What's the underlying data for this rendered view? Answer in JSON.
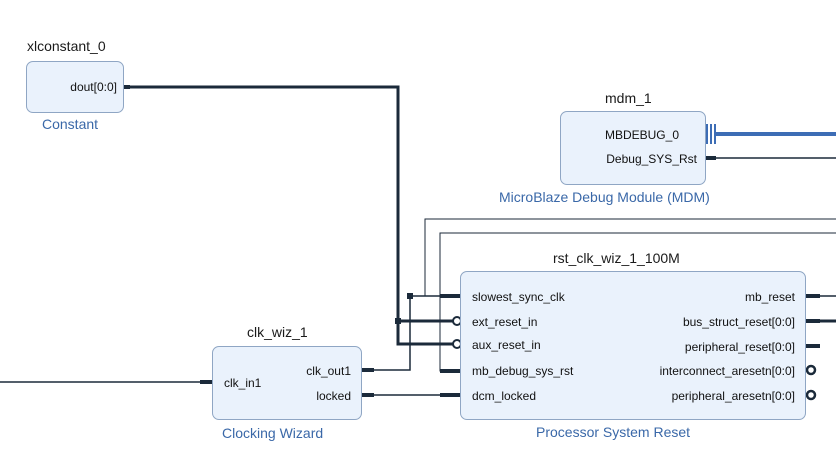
{
  "blocks": {
    "xlconstant": {
      "instance": "xlconstant_0",
      "type": "Constant",
      "pins": {
        "dout": "dout[0:0]"
      }
    },
    "mdm": {
      "instance": "mdm_1",
      "type": "MicroBlaze Debug Module (MDM)",
      "pins": {
        "mbdebug": "MBDEBUG_0",
        "debug_sys_rst": "Debug_SYS_Rst"
      }
    },
    "clk_wiz": {
      "instance": "clk_wiz_1",
      "type": "Clocking Wizard",
      "pins": {
        "clk_in1": "clk_in1",
        "clk_out1": "clk_out1",
        "locked": "locked"
      }
    },
    "rst": {
      "instance": "rst_clk_wiz_1_100M",
      "type": "Processor System Reset",
      "pins": {
        "slowest_sync_clk": "slowest_sync_clk",
        "ext_reset_in": "ext_reset_in",
        "aux_reset_in": "aux_reset_in",
        "mb_debug_sys_rst": "mb_debug_sys_rst",
        "dcm_locked": "dcm_locked",
        "mb_reset": "mb_reset",
        "bus_struct_reset": "bus_struct_reset[0:0]",
        "peripheral_reset": "peripheral_reset[0:0]",
        "interconnect_aresetn": "interconnect_aresetn[0:0]",
        "peripheral_aresetn": "peripheral_aresetn[0:0]"
      }
    }
  },
  "colors": {
    "block_fill": "#eaf2fc",
    "block_border": "#8fa6c4",
    "wire": "#1b2a3a",
    "bus": "#3d6db5",
    "type_label": "#3a68a8"
  }
}
